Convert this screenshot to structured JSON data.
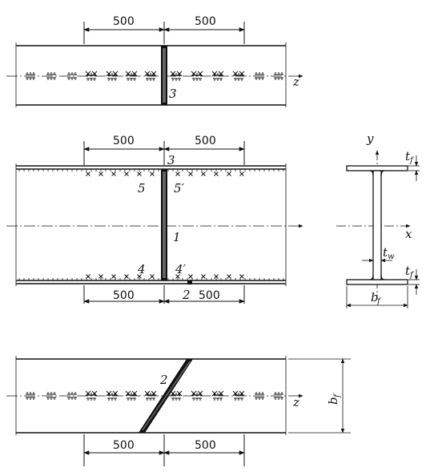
{
  "top_view": {
    "dim_left": "500",
    "dim_right": "500",
    "weld_label": "3",
    "axis_label": "z"
  },
  "middle_view": {
    "dim_top_left": "500",
    "dim_top_right": "500",
    "dim_bottom_left": "500",
    "dim_bottom_right": "500",
    "label_top": "3",
    "label_5": "5",
    "label_5p": "5′",
    "label_1": "1",
    "label_4": "4",
    "label_4p": "4′",
    "label_2": "2"
  },
  "section": {
    "axis_y": "y",
    "axis_x": "x",
    "tf": "t",
    "tf_sub": "f",
    "tw": "t",
    "tw_sub": "w",
    "bf": "b",
    "bf_sub": "f"
  },
  "bottom_view": {
    "dim_left": "500",
    "dim_right": "500",
    "weld_label": "2",
    "axis_label": "z",
    "bf": "b",
    "bf_sub": "f"
  },
  "colors": {
    "ink": "#111111",
    "paper": "#ffffff"
  }
}
